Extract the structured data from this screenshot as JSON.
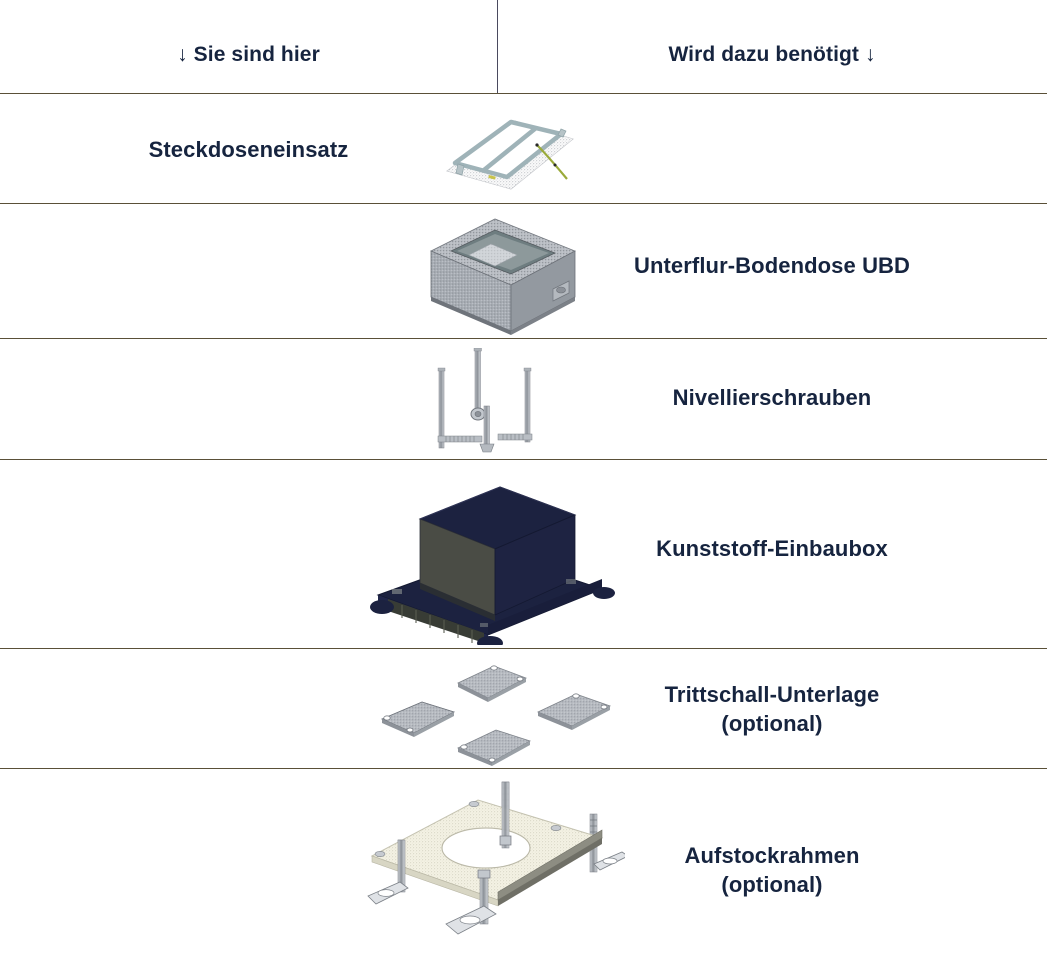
{
  "header": {
    "left": "↓ Sie sind hier",
    "right": "Wird dazu benötigt ↓"
  },
  "colors": {
    "text": "#16243f",
    "divider": "#5a5038",
    "metal_light": "#c9ccd1",
    "metal_mid": "#9aa0a8",
    "metal_dark": "#6f757e",
    "navy_box": "#1c2240",
    "navy_box_face": "#4a4c45",
    "cream_plate": "#f4f2e4",
    "wire_green": "#9aaa3a"
  },
  "rows": [
    {
      "id": "steckdoseneinsatz",
      "label": "Steckdoseneinsatz",
      "label_side": "left",
      "image_name": "socket-insert-frame-image"
    },
    {
      "id": "unterflur-bodendose-ubd",
      "label": "Unterflur-Bodendose UBD",
      "label_side": "right",
      "image_name": "underfloor-floor-box-image"
    },
    {
      "id": "nivellierschrauben",
      "label": "Nivellierschrauben",
      "label_side": "right",
      "image_name": "leveling-screws-image"
    },
    {
      "id": "kunststoff-einbaubox",
      "label": "Kunststoff-Einbaubox",
      "label_side": "right",
      "image_name": "plastic-installation-box-image"
    },
    {
      "id": "trittschall-unterlage",
      "label": "Trittschall-Unterlage\n(optional)",
      "label_side": "right",
      "image_name": "impact-sound-pads-image"
    },
    {
      "id": "aufstockrahmen",
      "label": "Aufstockrahmen\n(optional)",
      "label_side": "right",
      "image_name": "extension-frame-image"
    }
  ]
}
